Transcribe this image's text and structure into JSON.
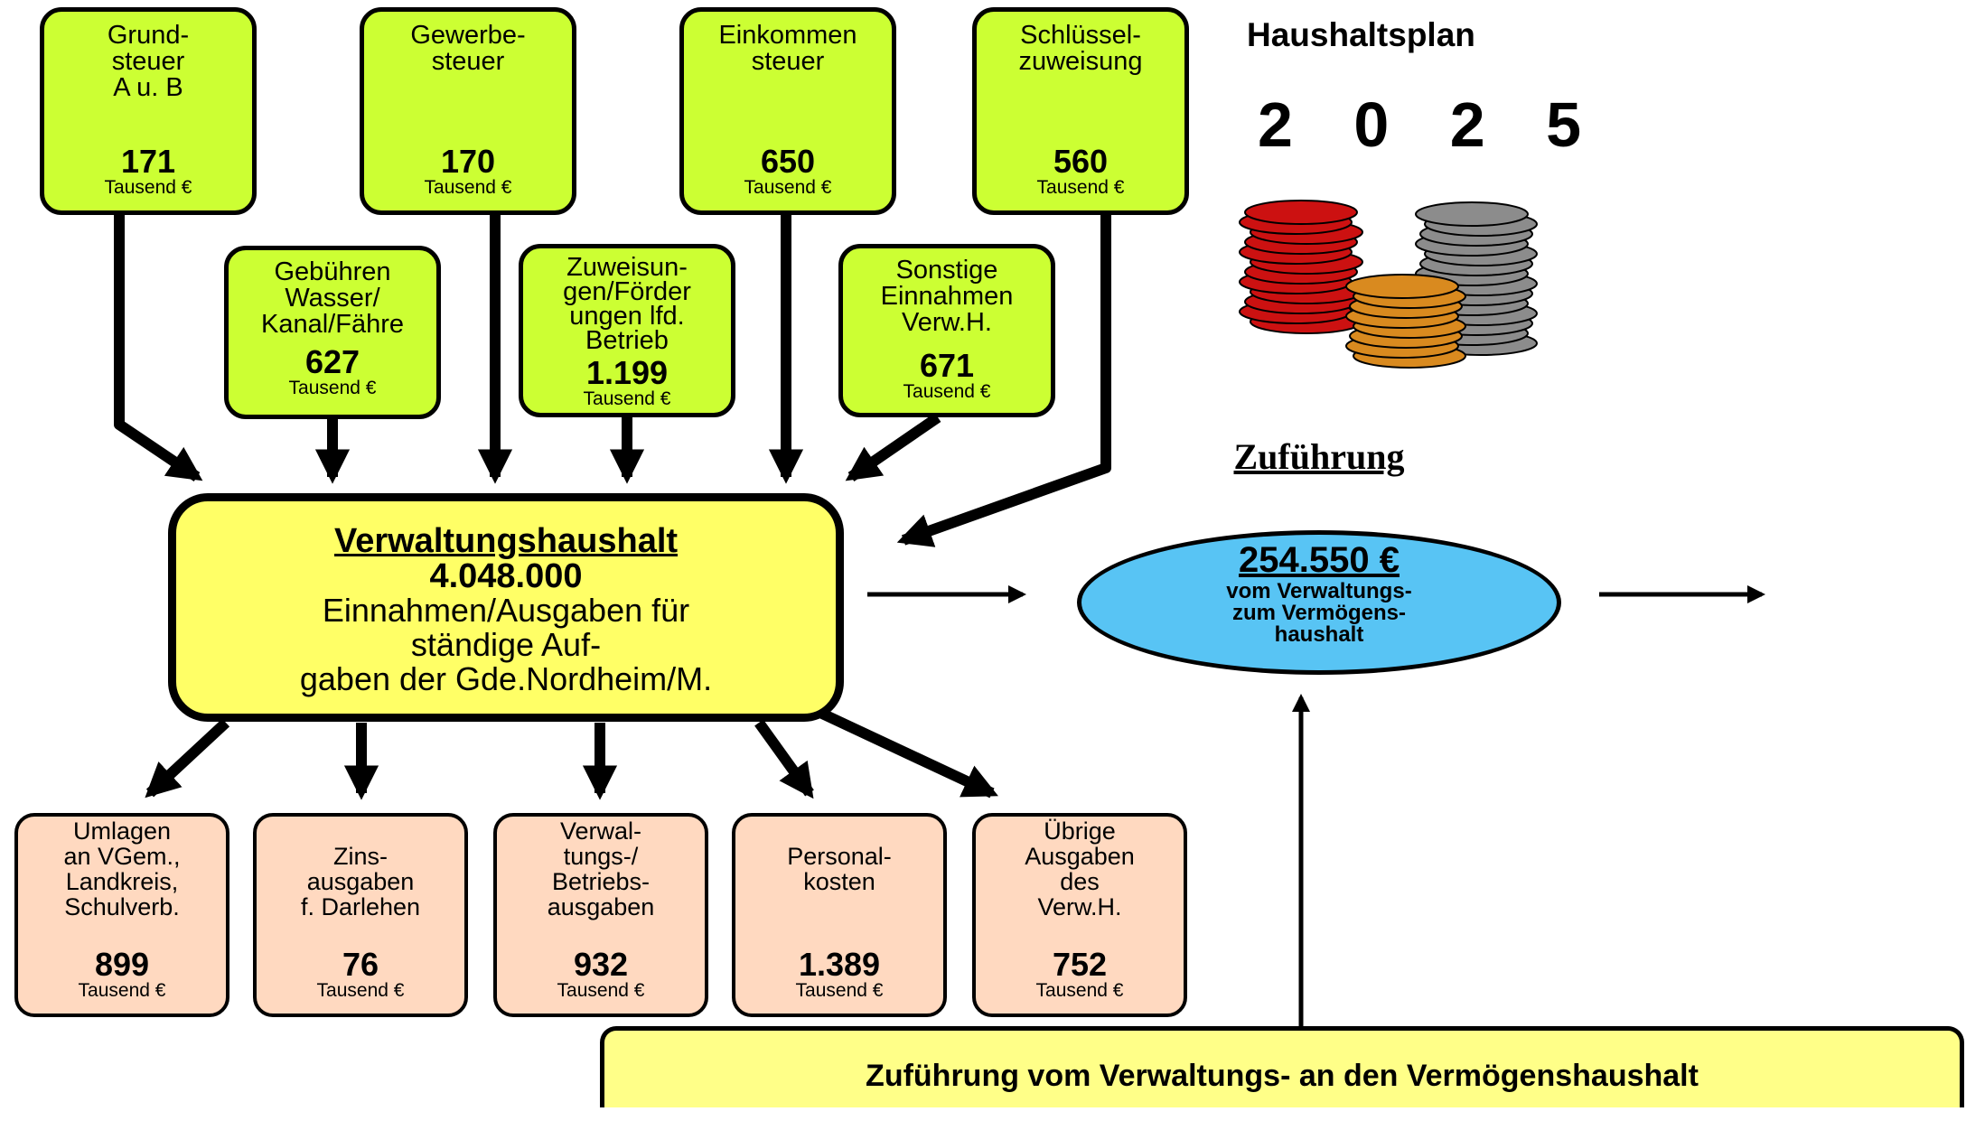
{
  "header": {
    "title": "Haushaltsplan",
    "year": "2 0 2 5"
  },
  "income_top": [
    {
      "label": "Grund-\nsteuer\nA u. B",
      "value": "171",
      "unit": "Tausend €"
    },
    {
      "label": "Gewerbe-\nsteuer",
      "value": "170",
      "unit": "Tausend €"
    },
    {
      "label": "Einkommen\nsteuer",
      "value": "650",
      "unit": "Tausend €"
    },
    {
      "label": "Schlüssel-\nzuweisung",
      "value": "560",
      "unit": "Tausend €"
    }
  ],
  "income_mid": [
    {
      "label": "Gebühren\nWasser/\nKanal/Fähre",
      "value": "627",
      "unit": "Tausend €"
    },
    {
      "label": "Zuweisun-\ngen/Förder\nungen lfd.\nBetrieb",
      "value": "1.199",
      "unit": "Tausend €"
    },
    {
      "label": "Sonstige\nEinnahmen\nVerw.H.",
      "value": "671",
      "unit": "Tausend €"
    }
  ],
  "verwaltungshaushalt": {
    "title": "Verwaltungshaushalt",
    "amount": "4.048.000",
    "description": "Einnahmen/Ausgaben für\nständige Auf-\ngaben der Gde.Nordheim/M."
  },
  "zufuehrung": {
    "title": "Zuführung",
    "amount": "254.550 €",
    "description": "vom Verwaltungs-\nzum Vermögens-\nhaushalt"
  },
  "expenses": [
    {
      "label": "Umlagen\nan VGem.,\nLandkreis,\nSchulverb.",
      "value": "899",
      "unit": "Tausend €"
    },
    {
      "label": "Zins-\nausgaben\nf. Darlehen",
      "value": "76",
      "unit": "Tausend €"
    },
    {
      "label": "Verwal-\ntungs-/\nBetriebs-\nausgaben",
      "value": "932",
      "unit": "Tausend €"
    },
    {
      "label": "Personal-\nkosten",
      "value": "1.389",
      "unit": "Tausend €"
    },
    {
      "label": "Übrige\nAusgaben\ndes\nVerw.H.",
      "value": "752",
      "unit": "Tausend €"
    }
  ],
  "banner": "Zuführung vom Verwaltungs- an den Vermögenshaushalt",
  "colors": {
    "income_box": "#ccff33",
    "main_box": "#ffff66",
    "expense_box": "#ffd9c0",
    "oval": "#58c4f4",
    "banner": "#ffff88",
    "coins_red": "#cc1111",
    "coins_orange": "#d98a1f",
    "coins_gray": "#8c8c8c"
  }
}
